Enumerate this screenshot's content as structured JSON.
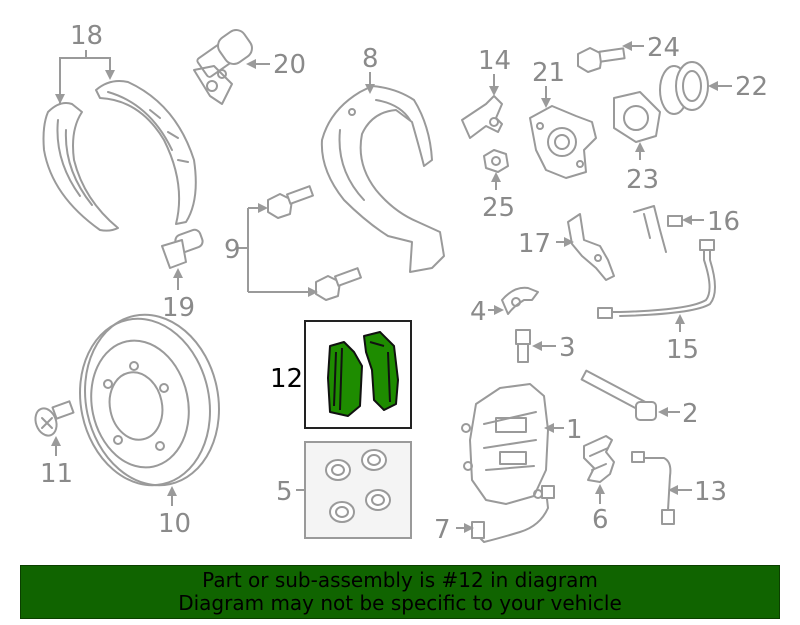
{
  "callouts": {
    "c1": "1",
    "c2": "2",
    "c3": "3",
    "c4": "4",
    "c5": "5",
    "c6": "6",
    "c7": "7",
    "c8": "8",
    "c9": "9",
    "c10": "10",
    "c11": "11",
    "c12": "12",
    "c13": "13",
    "c14": "14",
    "c15": "15",
    "c16": "16",
    "c17": "17",
    "c18": "18",
    "c19": "19",
    "c20": "20",
    "c21": "21",
    "c22": "22",
    "c23": "23",
    "c24": "24",
    "c25": "25"
  },
  "banner": {
    "line1": "Part or sub-assembly is #12 in diagram",
    "line2": "Diagram may not be specific to your vehicle"
  },
  "colors": {
    "highlight_part": "#1e8c00",
    "banner_bg": "#106400",
    "line_art": "#9a9a9a"
  }
}
